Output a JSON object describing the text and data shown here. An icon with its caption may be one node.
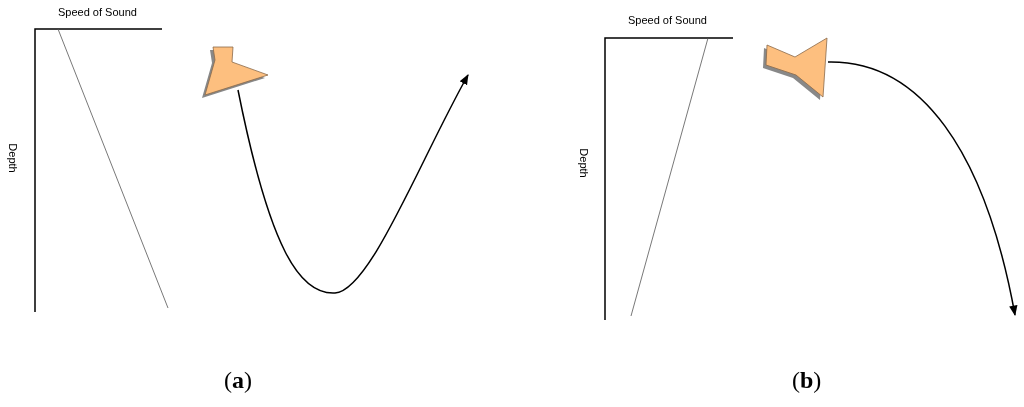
{
  "diagram": {
    "nodes": [
      {
        "text": [],
        "shape": "speaker"
      },
      {
        "text": [],
        "shape": "speaker"
      }
    ],
    "edges": [
      {
        "from": 0,
        "to": null,
        "arrow": "to"
      },
      {
        "from": 1,
        "to": null,
        "arrow": "to"
      }
    ],
    "labels": [
      "Speed of Sound",
      "Depth",
      "(**a**)",
      "Speed of Sound",
      "Depth",
      "(**b**)"
    ]
  }
}
